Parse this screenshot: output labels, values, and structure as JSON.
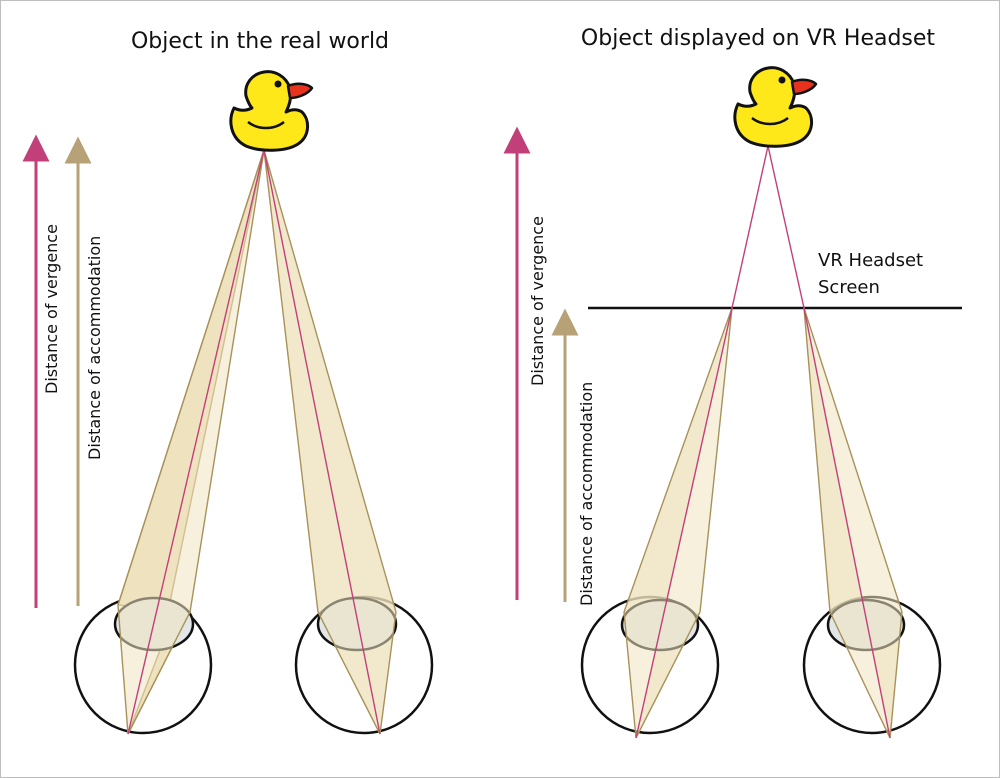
{
  "left_panel": {
    "title": "Object in the real world",
    "vergence_label": "Distance of vergence",
    "accommodation_label": "Distance of accommodation"
  },
  "right_panel": {
    "title": "Object displayed on VR Headset",
    "vergence_label": "Distance of vergence",
    "accommodation_label": "Distance of accommodation",
    "screen_label_line1": "VR Headset",
    "screen_label_line2": "Screen"
  },
  "icons": {
    "object": "rubber-duck-icon",
    "eye": "eye-icon"
  },
  "colors": {
    "vergence_arrow": "#c2407a",
    "accommodation_arrow": "#b7a277",
    "light_cone": "#efe3bf",
    "duck_body": "#ffe81a",
    "duck_beak": "#e8321e"
  }
}
